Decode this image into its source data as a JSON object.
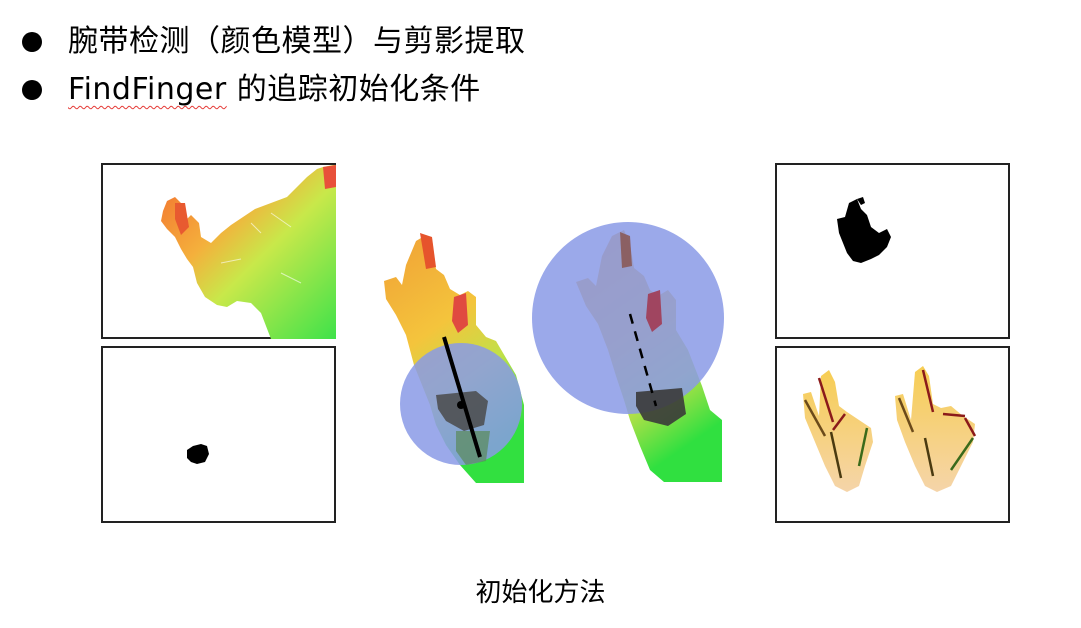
{
  "bullets": [
    {
      "text": "腕带检测（颜色模型）与剪影提取"
    },
    {
      "brand": "FindFinger",
      "text": " 的追踪初始化条件"
    }
  ],
  "caption": "初始化方法",
  "colors": {
    "circle_fill": "#8fa0e8",
    "skin_orange": "#f6a33a",
    "skin_yellow": "#f2d64a",
    "wrist_green": "#48e048",
    "palm_red": "#d94a38",
    "silhouette": "#000000"
  }
}
